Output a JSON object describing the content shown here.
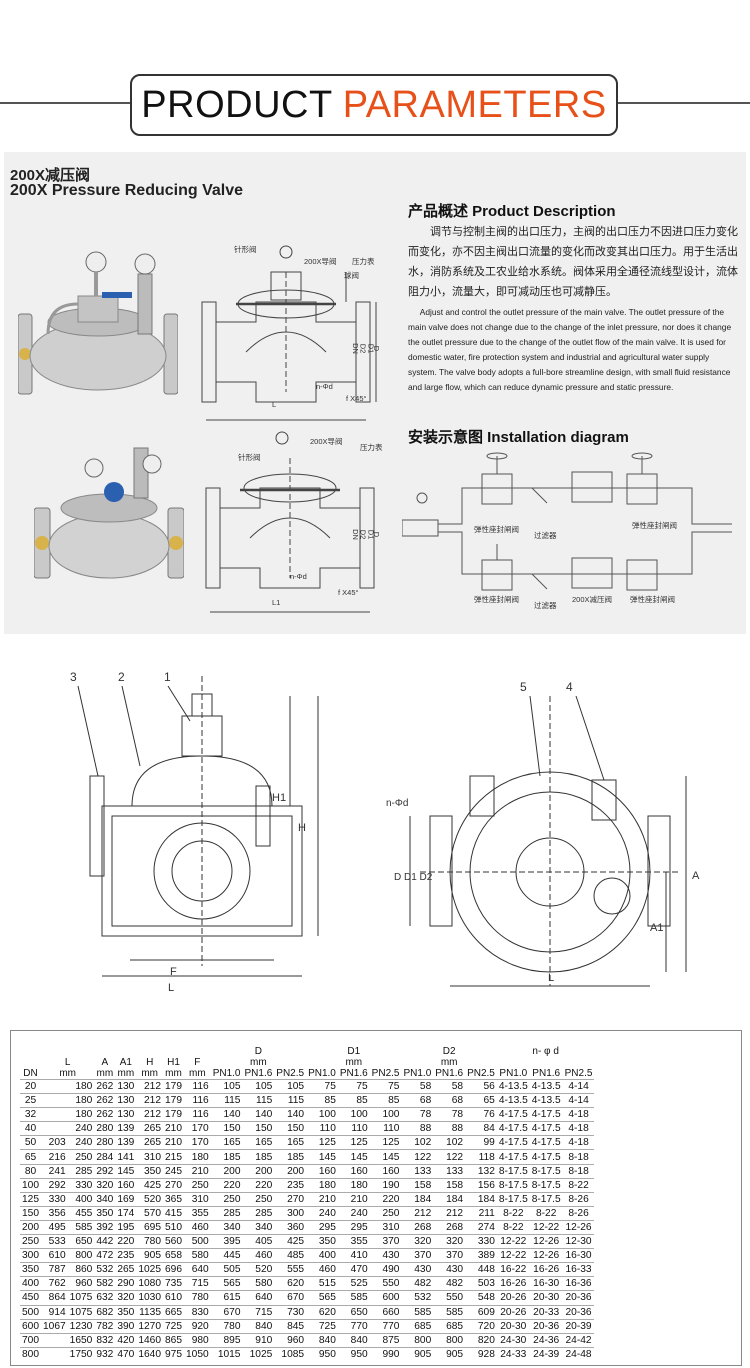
{
  "header": {
    "word1": "PRODUCT",
    "word2": "PARAMETERS",
    "accent_color": "#e8501a"
  },
  "product": {
    "title_cn": "200X减压阀",
    "title_en": "200X Pressure Reducing Valve"
  },
  "description": {
    "title": "产品概述 Product Description",
    "text_cn": "调节与控制主阀的出口压力，主阀的出口压力不因进口压力变化而变化，亦不因主阀出口流量的变化而改变其出口压力。用于生活出水，消防系统及工农业给水系统。阀体采用全通径流线型设计，流体阻力小，流量大，即可减动压也可减静压。",
    "text_en": "Adjust and control the outlet pressure of the main valve. The outlet pressure of the main valve does not change due to the change of the inlet pressure, nor does it change the outlet pressure due to the change of the outlet flow of the main valve. It is used for domestic water, fire protection system and industrial and agricultural water supply system. The valve body adopts a full-bore streamline design, with small fluid resistance and large flow, which can reduce dynamic pressure and static pressure."
  },
  "installation": {
    "title": "安装示意图 Installation diagram",
    "labels": [
      "弹性座封闸阀",
      "过滤器",
      "弹性座封闸阀",
      "弹性座封闸阀",
      "过滤器",
      "200X减压阀",
      "弹性座封闸阀"
    ]
  },
  "section_labels": {
    "d1": {
      "needle": "针形阀",
      "pilot": "200X导阀",
      "gauge": "压力表",
      "ball": "球阀",
      "dims": [
        "DN",
        "D2",
        "D1",
        "D"
      ],
      "bolt": "n-Φd",
      "len": "L",
      "chamfer": "f X45°"
    },
    "d2": {
      "needle": "针形阀",
      "pilot": "200X导阀",
      "gauge": "压力表",
      "dims": [
        "DN",
        "D2",
        "D1",
        "D"
      ],
      "bolt": "n-Φd",
      "len": "L1",
      "chamfer": "f X45°"
    }
  },
  "drawings": {
    "front": {
      "callouts": [
        "3",
        "2",
        "1"
      ],
      "dims": [
        "H1",
        "H",
        "F",
        "L"
      ]
    },
    "top": {
      "callouts": [
        "5",
        "4"
      ],
      "dims": [
        "n-Φd",
        "D D1 D2",
        "A",
        "A1",
        "L"
      ]
    }
  },
  "table": {
    "header1": {
      "D": "D",
      "D1": "D1",
      "D2": "D2",
      "npd": "n- φ d"
    },
    "header_mm": "mm",
    "cols_main": [
      "DN",
      "L",
      "A",
      "A1",
      "H",
      "H1",
      "F"
    ],
    "cols_main_units": [
      "",
      "mm",
      "mm",
      "mm",
      "mm",
      "mm",
      "mm"
    ],
    "pn": [
      "PN1.0",
      "PN1.6",
      "PN2.5"
    ],
    "rows": [
      [
        "20",
        "",
        "180",
        "262",
        "130",
        "212",
        "179",
        "116",
        "105",
        "105",
        "105",
        "75",
        "75",
        "75",
        "58",
        "58",
        "56",
        "4-13.5",
        "4-13.5",
        "4-14"
      ],
      [
        "25",
        "",
        "180",
        "262",
        "130",
        "212",
        "179",
        "116",
        "115",
        "115",
        "115",
        "85",
        "85",
        "85",
        "68",
        "68",
        "65",
        "4-13.5",
        "4-13.5",
        "4-14"
      ],
      [
        "32",
        "",
        "180",
        "262",
        "130",
        "212",
        "179",
        "116",
        "140",
        "140",
        "140",
        "100",
        "100",
        "100",
        "78",
        "78",
        "76",
        "4-17.5",
        "4-17.5",
        "4-18"
      ],
      [
        "40",
        "",
        "240",
        "280",
        "139",
        "265",
        "210",
        "170",
        "150",
        "150",
        "150",
        "110",
        "110",
        "110",
        "88",
        "88",
        "84",
        "4-17.5",
        "4-17.5",
        "4-18"
      ],
      [
        "50",
        "203",
        "240",
        "280",
        "139",
        "265",
        "210",
        "170",
        "165",
        "165",
        "165",
        "125",
        "125",
        "125",
        "102",
        "102",
        "99",
        "4-17.5",
        "4-17.5",
        "4-18"
      ],
      [
        "65",
        "216",
        "250",
        "284",
        "141",
        "310",
        "215",
        "180",
        "185",
        "185",
        "185",
        "145",
        "145",
        "145",
        "122",
        "122",
        "118",
        "4-17.5",
        "4-17.5",
        "8-18"
      ],
      [
        "80",
        "241",
        "285",
        "292",
        "145",
        "350",
        "245",
        "210",
        "200",
        "200",
        "200",
        "160",
        "160",
        "160",
        "133",
        "133",
        "132",
        "8-17.5",
        "8-17.5",
        "8-18"
      ],
      [
        "100",
        "292",
        "330",
        "320",
        "160",
        "425",
        "270",
        "250",
        "220",
        "220",
        "235",
        "180",
        "180",
        "190",
        "158",
        "158",
        "156",
        "8-17.5",
        "8-17.5",
        "8-22"
      ],
      [
        "125",
        "330",
        "400",
        "340",
        "169",
        "520",
        "365",
        "310",
        "250",
        "250",
        "270",
        "210",
        "210",
        "220",
        "184",
        "184",
        "184",
        "8-17.5",
        "8-17.5",
        "8-26"
      ],
      [
        "150",
        "356",
        "455",
        "350",
        "174",
        "570",
        "415",
        "355",
        "285",
        "285",
        "300",
        "240",
        "240",
        "250",
        "212",
        "212",
        "211",
        "8-22",
        "8-22",
        "8-26"
      ],
      [
        "200",
        "495",
        "585",
        "392",
        "195",
        "695",
        "510",
        "460",
        "340",
        "340",
        "360",
        "295",
        "295",
        "310",
        "268",
        "268",
        "274",
        "8-22",
        "12-22",
        "12-26"
      ],
      [
        "250",
        "533",
        "650",
        "442",
        "220",
        "780",
        "560",
        "500",
        "395",
        "405",
        "425",
        "350",
        "355",
        "370",
        "320",
        "320",
        "330",
        "12-22",
        "12-26",
        "12-30"
      ],
      [
        "300",
        "610",
        "800",
        "472",
        "235",
        "905",
        "658",
        "580",
        "445",
        "460",
        "485",
        "400",
        "410",
        "430",
        "370",
        "370",
        "389",
        "12-22",
        "12-26",
        "16-30"
      ],
      [
        "350",
        "787",
        "860",
        "532",
        "265",
        "1025",
        "696",
        "640",
        "505",
        "520",
        "555",
        "460",
        "470",
        "490",
        "430",
        "430",
        "448",
        "16-22",
        "16-26",
        "16-33"
      ],
      [
        "400",
        "762",
        "960",
        "582",
        "290",
        "1080",
        "735",
        "715",
        "565",
        "580",
        "620",
        "515",
        "525",
        "550",
        "482",
        "482",
        "503",
        "16-26",
        "16-30",
        "16-36"
      ],
      [
        "450",
        "864",
        "1075",
        "632",
        "320",
        "1030",
        "610",
        "780",
        "615",
        "640",
        "670",
        "565",
        "585",
        "600",
        "532",
        "550",
        "548",
        "20-26",
        "20-30",
        "20-36"
      ],
      [
        "500",
        "914",
        "1075",
        "682",
        "350",
        "1135",
        "665",
        "830",
        "670",
        "715",
        "730",
        "620",
        "650",
        "660",
        "585",
        "585",
        "609",
        "20-26",
        "20-33",
        "20-36"
      ],
      [
        "600",
        "1067",
        "1230",
        "782",
        "390",
        "1270",
        "725",
        "920",
        "780",
        "840",
        "845",
        "725",
        "770",
        "770",
        "685",
        "685",
        "720",
        "20-30",
        "20-36",
        "20-39"
      ],
      [
        "700",
        "",
        "1650",
        "832",
        "420",
        "1460",
        "865",
        "980",
        "895",
        "910",
        "960",
        "840",
        "840",
        "875",
        "800",
        "800",
        "820",
        "24-30",
        "24-36",
        "24-42"
      ],
      [
        "800",
        "",
        "1750",
        "932",
        "470",
        "1640",
        "975",
        "1050",
        "1015",
        "1025",
        "1085",
        "950",
        "950",
        "990",
        "905",
        "905",
        "928",
        "24-33",
        "24-39",
        "24-48"
      ]
    ]
  }
}
